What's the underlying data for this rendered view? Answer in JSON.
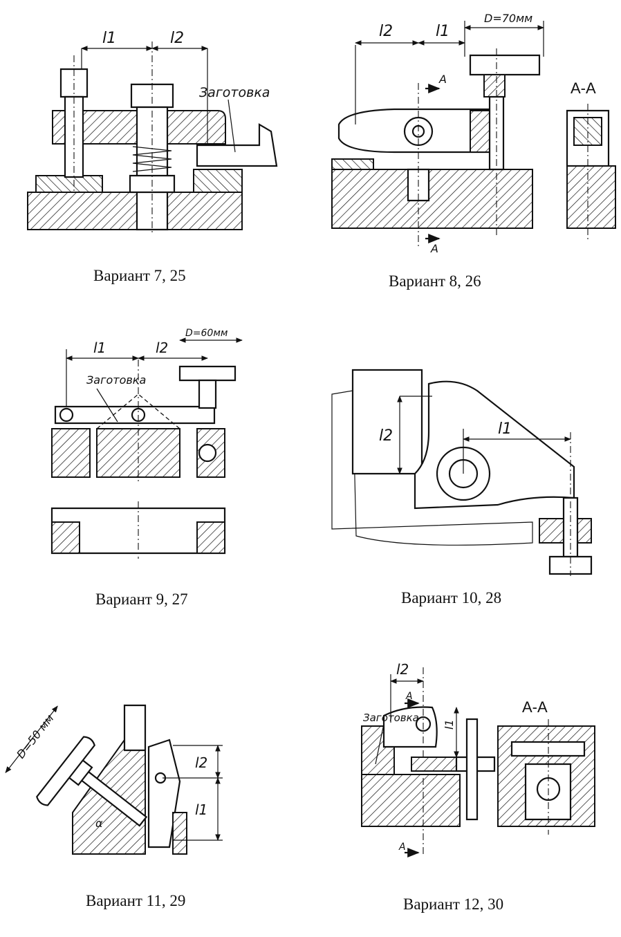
{
  "variants": [
    {
      "caption": "Вариант 7, 25",
      "labels": {
        "l1": "l1",
        "l2": "l2",
        "workpiece": "Заготовка"
      }
    },
    {
      "caption": "Вариант 8, 26",
      "labels": {
        "l2": "l2",
        "l1": "l1",
        "diameter": "D=70мм",
        "section_mark": "A",
        "section": "A-A"
      }
    },
    {
      "caption": "Вариант 9, 27",
      "labels": {
        "l1": "l1",
        "l2": "l2",
        "diameter": "D=60мм",
        "workpiece": "Заготовка"
      }
    },
    {
      "caption": "Вариант 10, 28",
      "labels": {
        "l2": "l2",
        "l1": "l1"
      }
    },
    {
      "caption": "Вариант 11, 29",
      "labels": {
        "diameter": "D=50 мм",
        "alpha": "α",
        "l2": "l2",
        "l1": "l1"
      }
    },
    {
      "caption": "Вариант 12, 30",
      "labels": {
        "l2": "l2",
        "section_mark": "A",
        "workpiece": "Заготовка",
        "l1": "l1",
        "section": "A-A"
      }
    }
  ]
}
